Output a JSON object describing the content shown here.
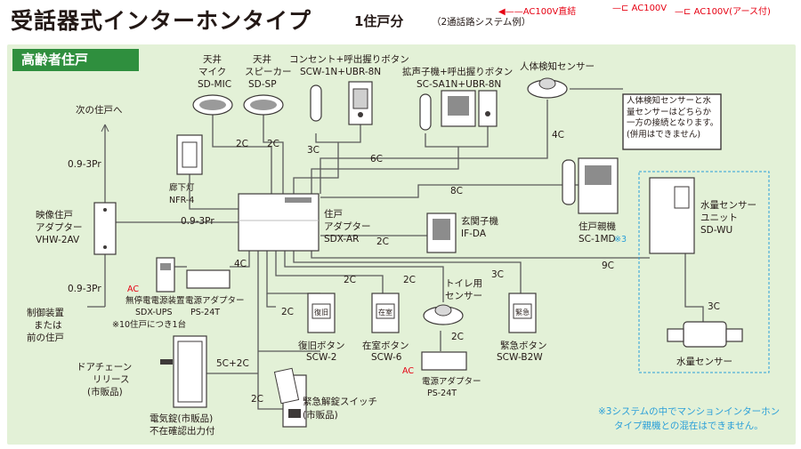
{
  "header": {
    "title": "受話器式インターホンタイプ",
    "subtitle": "1住戸分",
    "subnote": "（2通話路システム例）"
  },
  "legend": {
    "ac_direct": "AC100V直結",
    "ac": "AC100V",
    "ac_ground": "AC100V(アース付)",
    "color": "#e60012"
  },
  "section": {
    "label": "高齢者住戸",
    "color": "#2f8f3e"
  },
  "panel_color": "#e3f1d7",
  "devices": {
    "sd_mic": {
      "l1": "天井",
      "l2": "マイク",
      "model": "SD-MIC"
    },
    "sd_sp": {
      "l1": "天井",
      "l2": "スピーカー",
      "model": "SD-SP"
    },
    "outlet": {
      "name": "コンセント+呼出握りボタン",
      "model": "SCW-1N+UBR-8N"
    },
    "extension": {
      "name": "拡声子機+呼出握りボタン",
      "model": "SC-SA1N+UBR-8N"
    },
    "sensor": {
      "name": "人体検知センサー"
    },
    "sensor_note": {
      "text": "人体検知センサーと水量センサーはどちらか一方の接続となります。(併用はできません)"
    },
    "corridor_light": {
      "l1": "廊下灯",
      "model": "NFR-4"
    },
    "dwelling_adapter": {
      "l1": "住戸",
      "l2": "アダプター",
      "model": "SDX-AR"
    },
    "video_adapter": {
      "l1": "映像住戸",
      "l2": "アダプター",
      "model": "VHW-2AV"
    },
    "entrance": {
      "name": "玄関子機",
      "model": "IF-DA"
    },
    "master": {
      "name": "住戸親機",
      "model": "SC-1MD",
      "mark": "※3"
    },
    "water_unit": {
      "l1": "水量センサー",
      "l2": "ユニット",
      "model": "SD-WU"
    },
    "water_sensor": {
      "name": "水量センサー"
    },
    "ups": {
      "name": "無停電電源装置",
      "model": "SDX-UPS",
      "note": "※10住戸につき1台"
    },
    "power1": {
      "name": "電源アダプター",
      "model": "PS-24T"
    },
    "power2": {
      "name": "電源アダプター",
      "model": "PS-24T"
    },
    "reset": {
      "name": "復旧ボタン",
      "model": "SCW-2",
      "face": "復旧"
    },
    "home": {
      "name": "在室ボタン",
      "model": "SCW-6",
      "face": "在室"
    },
    "toilet": {
      "l1": "トイレ用",
      "l2": "センサー"
    },
    "emergency": {
      "name": "緊急ボタン",
      "model": "SCW-B2W",
      "face": "緊急"
    },
    "door_chain": {
      "l1": "ドアチェーン",
      "l2": "リリース",
      "l3": "(市販品)"
    },
    "lock": {
      "l1": "電気錠(市販品)",
      "l2": "不在確認出力付"
    },
    "unlock_switch": {
      "l1": "緊急解錠スイッチ",
      "l2": "(市販品)"
    },
    "next_unit": {
      "label": "次の住戸へ"
    },
    "prev_unit": {
      "l1": "制御装置",
      "l2": "または",
      "l3": "前の住戸"
    },
    "ac_tag": "AC"
  },
  "wires": {
    "w1": "0.9-3Pr",
    "w2": "0.9-3Pr",
    "w3": "0.9-3Pr",
    "mic": "2C",
    "sp": "2C",
    "outlet": "3C",
    "ext": "6C",
    "sensor": "4C",
    "master": "8C",
    "entrance": "2C",
    "water": "9C",
    "adapter": "4C",
    "reset": "2C",
    "home": "2C",
    "toilet": "2C",
    "emergency": "3C",
    "toilet_pwr": "2C",
    "lock": "5C+2C",
    "unlock": "2C",
    "ws": "3C"
  },
  "footnote": {
    "l1": "※3システムの中でマンションインターホン",
    "l2": "タイプ親機との混在はできません。",
    "color": "#2a9fd8"
  }
}
